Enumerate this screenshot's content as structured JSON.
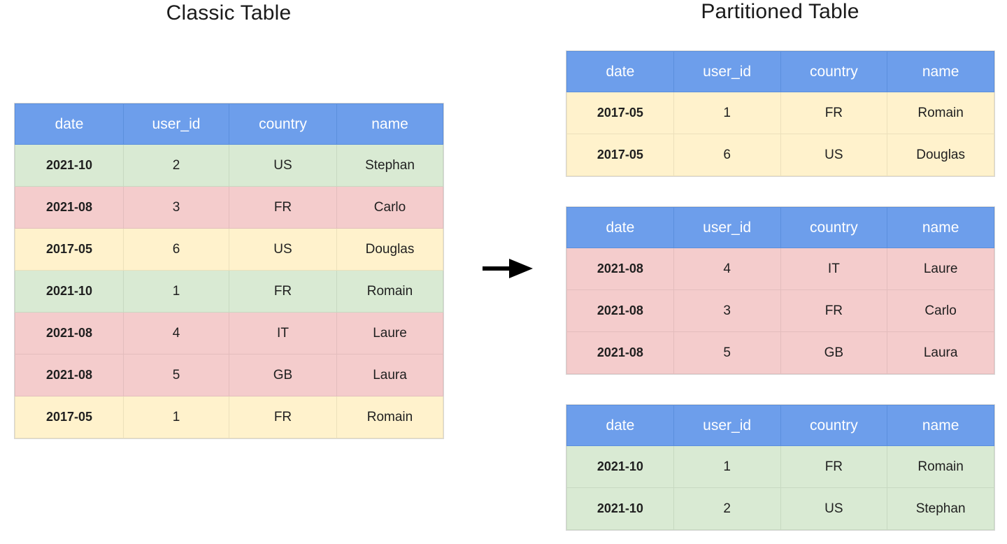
{
  "titles": {
    "classic": "Classic Table",
    "partitioned": "Partitioned Table"
  },
  "columns": [
    "date",
    "user_id",
    "country",
    "name"
  ],
  "colors": {
    "header_blue": "#6d9eeb",
    "row_green": "#d9ead3",
    "row_pink": "#f4cccc",
    "row_yellow": "#fff2cc",
    "border": "#cfcfcf",
    "text": "#1f1f1f",
    "header_text": "#ffffff",
    "arrow": "#000000"
  },
  "arrow": {
    "name": "right-arrow-icon",
    "direction": "right"
  },
  "classic_table": {
    "headers": [
      "date",
      "user_id",
      "country",
      "name"
    ],
    "rows": [
      {
        "color": "green",
        "date": "2021-10",
        "user_id": "2",
        "country": "US",
        "name": "Stephan"
      },
      {
        "color": "pink",
        "date": "2021-08",
        "user_id": "3",
        "country": "FR",
        "name": "Carlo"
      },
      {
        "color": "yellow",
        "date": "2017-05",
        "user_id": "6",
        "country": "US",
        "name": "Douglas"
      },
      {
        "color": "green",
        "date": "2021-10",
        "user_id": "1",
        "country": "FR",
        "name": "Romain"
      },
      {
        "color": "pink",
        "date": "2021-08",
        "user_id": "4",
        "country": "IT",
        "name": "Laure"
      },
      {
        "color": "pink",
        "date": "2021-08",
        "user_id": "5",
        "country": "GB",
        "name": "Laura"
      },
      {
        "color": "yellow",
        "date": "2017-05",
        "user_id": "1",
        "country": "FR",
        "name": "Romain"
      }
    ]
  },
  "partitioned_tables": [
    {
      "partition_key": "2017-05",
      "color": "yellow",
      "headers": [
        "date",
        "user_id",
        "country",
        "name"
      ],
      "rows": [
        {
          "color": "yellow",
          "date": "2017-05",
          "user_id": "1",
          "country": "FR",
          "name": "Romain"
        },
        {
          "color": "yellow",
          "date": "2017-05",
          "user_id": "6",
          "country": "US",
          "name": "Douglas"
        }
      ]
    },
    {
      "partition_key": "2021-08",
      "color": "pink",
      "headers": [
        "date",
        "user_id",
        "country",
        "name"
      ],
      "rows": [
        {
          "color": "pink",
          "date": "2021-08",
          "user_id": "4",
          "country": "IT",
          "name": "Laure"
        },
        {
          "color": "pink",
          "date": "2021-08",
          "user_id": "3",
          "country": "FR",
          "name": "Carlo"
        },
        {
          "color": "pink",
          "date": "2021-08",
          "user_id": "5",
          "country": "GB",
          "name": "Laura"
        }
      ]
    },
    {
      "partition_key": "2021-10",
      "color": "green",
      "headers": [
        "date",
        "user_id",
        "country",
        "name"
      ],
      "rows": [
        {
          "color": "green",
          "date": "2021-10",
          "user_id": "1",
          "country": "FR",
          "name": "Romain"
        },
        {
          "color": "green",
          "date": "2021-10",
          "user_id": "2",
          "country": "US",
          "name": "Stephan"
        }
      ]
    }
  ]
}
